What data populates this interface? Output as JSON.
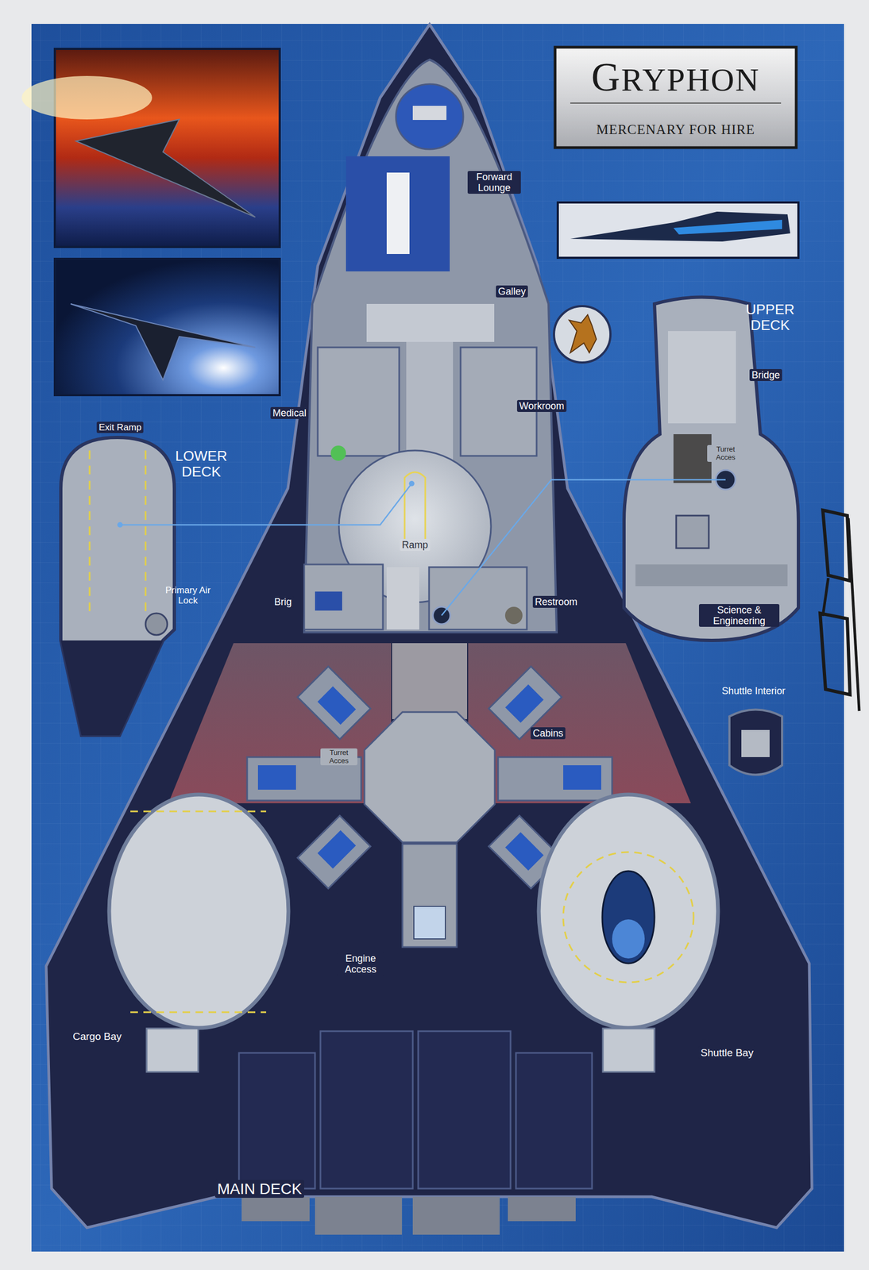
{
  "diagram": {
    "nodes": [
      {
        "text": [
          "GRYPHON",
          "MERCENARY FOR HIRE"
        ]
      }
    ],
    "labels": [
      "Forward Lounge",
      "Galley",
      "Medical",
      "Workroom",
      "Ramp",
      "Brig",
      "Restroom",
      "Cabins",
      "Turret Acces",
      "Engine Access",
      "Cargo Bay",
      "Shuttle Bay",
      "MAIN DECK",
      "LOWER DECK",
      "Exit Ramp",
      "Primary Air Lock",
      "UPPER DECK",
      "Bridge",
      "Turret Acces",
      "Science & Engineering",
      "Shuttle Interior"
    ]
  }
}
